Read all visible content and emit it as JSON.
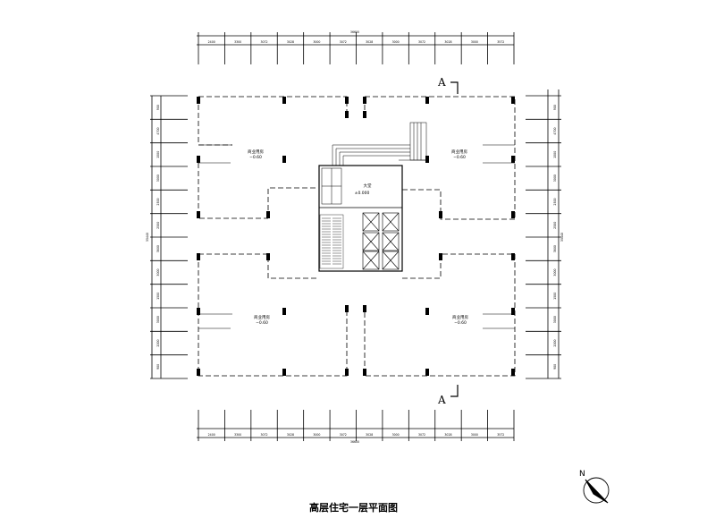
{
  "drawing": {
    "title": "高层住宅一层平面图",
    "section_mark": "A",
    "top_overall": "36600",
    "bottom_overall": "36600",
    "left_overall": "35440",
    "right_overall": "35440",
    "top_segments": [
      "2400",
      "3300",
      "3072",
      "3028",
      "3000",
      "3072",
      "3028",
      "3000",
      "3072",
      "3028",
      "3000",
      "3572"
    ],
    "bottom_segments": [
      "2400",
      "3300",
      "3072",
      "3028",
      "3000",
      "3072",
      "3028",
      "3000",
      "3072",
      "3028",
      "3000",
      "3572"
    ],
    "left_segments": [
      "900",
      "4700",
      "1500",
      "3000",
      "2500",
      "2500",
      "3800",
      "3000",
      "1500",
      "3000",
      "2000",
      "900"
    ],
    "right_segments": [
      "900",
      "4700",
      "1500",
      "3000",
      "2500",
      "2500",
      "3800",
      "3000",
      "1500",
      "3000",
      "2000",
      "900"
    ],
    "rooms": [
      {
        "name": "商业用房",
        "level": "−0.60"
      },
      {
        "name": "商业用房",
        "level": "−0.60"
      },
      {
        "name": "商业用房",
        "level": "−0.60"
      },
      {
        "name": "商业用房",
        "level": "−0.60"
      }
    ],
    "lobby": {
      "name": "大堂",
      "level": "±0.000"
    }
  }
}
